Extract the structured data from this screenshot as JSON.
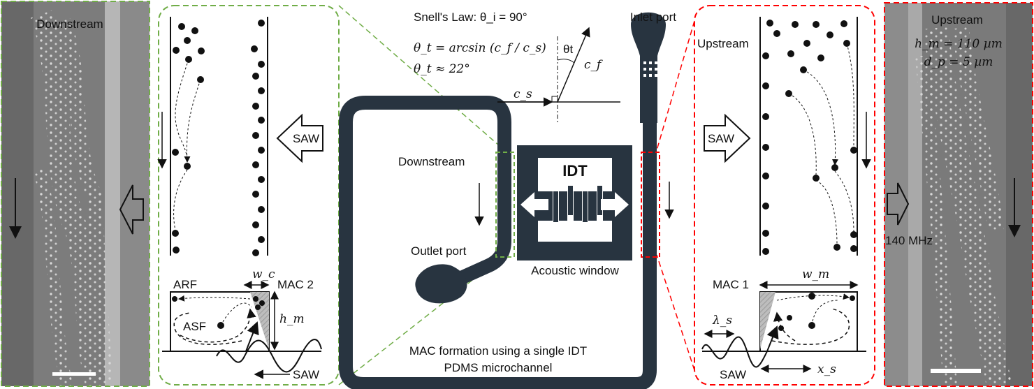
{
  "micro_left": {
    "label": "Downstream"
  },
  "micro_right": {
    "label": "Upstream",
    "params": [
      "h_m = 110 µm",
      "d_p = 5 µm"
    ],
    "freq": "140 MHz"
  },
  "snell": {
    "title": "Snell's Law: θ_i = 90°",
    "eq1": "θ_t = arcsin (c_f / c_s)",
    "eq2": "θ_t ≈ 22°",
    "theta_t": "θt",
    "c_f": "c_f",
    "c_s": "c_s"
  },
  "device": {
    "inlet": "Inlet port",
    "outlet": "Outlet port",
    "downstream": "Downstream",
    "idt": "IDT",
    "window": "Acoustic window",
    "caption1": "MAC formation using a single IDT",
    "caption2": "PDMS microchannel"
  },
  "left_panel": {
    "saw": "SAW",
    "arf": "ARF",
    "asf": "ASF",
    "mac": "MAC 2",
    "wc": "w_c",
    "hm": "h_m",
    "saw_bottom": "SAW"
  },
  "right_panel": {
    "upstream": "Upstream",
    "saw": "SAW",
    "mac": "MAC 1",
    "wm": "w_m",
    "lambda": "λ_s",
    "xs": "x_s",
    "saw_bottom": "SAW"
  },
  "colors": {
    "green": "#70ad47",
    "red": "#ff0000",
    "channel": "#283440",
    "micro_bg": "#7a7a7a"
  }
}
